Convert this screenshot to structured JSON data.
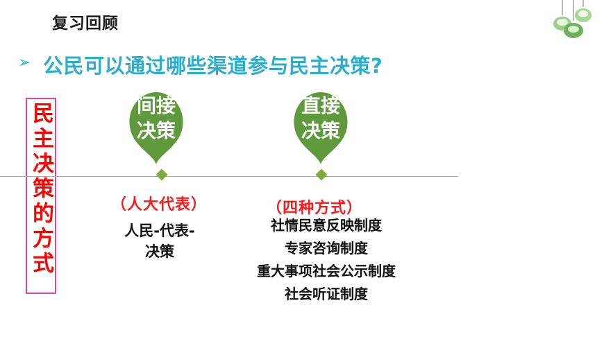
{
  "header": {
    "title": "复习回顾"
  },
  "question": {
    "arrow": "➢",
    "text": "公民可以通过哪些渠道参与民主决策?"
  },
  "side_label": "民主决策的方式",
  "indirect": {
    "pin_line1": "间接",
    "pin_line2": "决策",
    "subtitle": "（人大代表）",
    "desc_line1": "人民-代表-",
    "desc_line2": "决策"
  },
  "direct": {
    "pin_line1": "直接",
    "pin_line2": "决策",
    "subtitle": "（四种方式）",
    "items": [
      "社情民意反映制度",
      "专家咨询制度",
      "重大事项社会公示制度",
      "社会听证制度"
    ]
  },
  "colors": {
    "pin_green": "#5e9a3c",
    "accent_cyan": "#2aaecb",
    "red": "#ff0000",
    "border_pink": "#e0478c"
  },
  "icons": {
    "decoration": "hanging-lamps-icon",
    "bullet": "arrow-bullet-icon"
  }
}
